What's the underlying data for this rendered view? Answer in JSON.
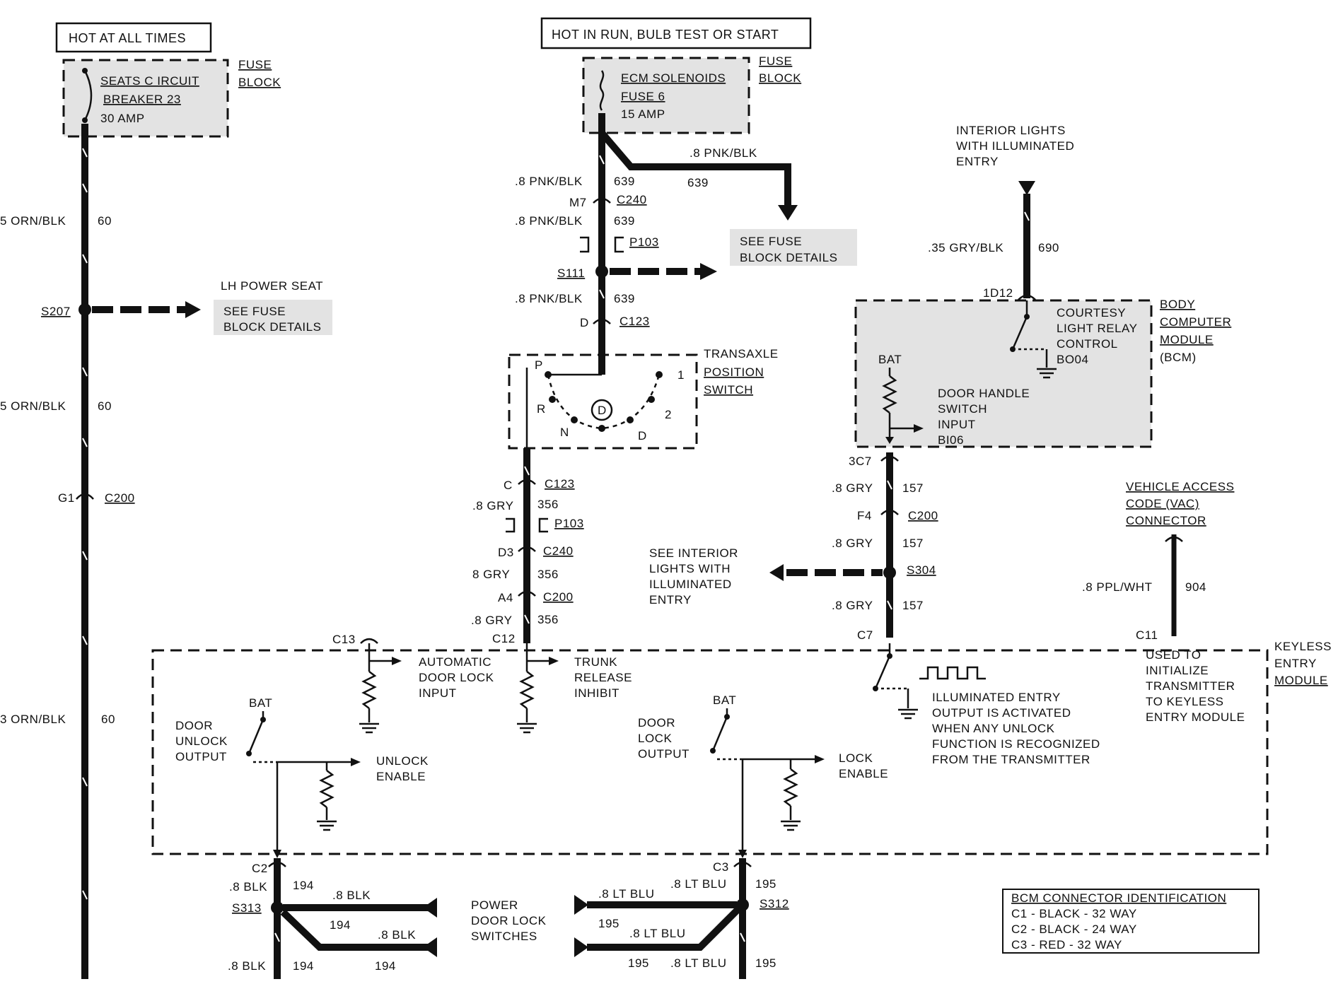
{
  "headers": {
    "hot_at_all_times": "HOT AT ALL TIMES",
    "hot_in_run": "HOT IN RUN, BULB TEST OR START"
  },
  "fuse_block_left": {
    "line1": "SEATS C IRCUIT",
    "line2": "BREAKER 23",
    "line3": "30 AMP",
    "label1": "FUSE",
    "label2": "BLOCK"
  },
  "fuse_block_mid": {
    "line1": "ECM SOLENOIDS",
    "line2": "FUSE 6",
    "line3": "15 AMP",
    "label1": "FUSE",
    "label2": "BLOCK"
  },
  "left_wire": {
    "w1": "5 ORN/BLK",
    "n1": "60",
    "splice": "S207",
    "lh_power_seat": "LH POWER SEAT",
    "see_fuse1": "SEE FUSE",
    "see_fuse2": "BLOCK DETAILS",
    "w2": "5 ORN/BLK",
    "n2": "60",
    "g1": "G1",
    "c200": "C200",
    "w3": "3 ORN/BLK",
    "n3": "60"
  },
  "mid_wire": {
    "pnk_right": ".8 PNK/BLK",
    "n639r": "639",
    "w1": ".8 PNK/BLK",
    "n1": "639",
    "m7": "M7",
    "c240": "C240",
    "w2": ".8 PNK/BLK",
    "n2": "639",
    "p103": "P103",
    "see_fuse1": "SEE FUSE",
    "see_fuse2": "BLOCK DETAILS",
    "s111": "S111",
    "w3": ".8 PNK/BLK",
    "n3": "639",
    "d": "D",
    "c123": "C123"
  },
  "transaxle": {
    "label1": "TRANSAXLE",
    "label2": "POSITION",
    "label3": "SWITCH",
    "p": "P",
    "r": "R",
    "n": "N",
    "d_circle": "D",
    "d": "D",
    "two": "2",
    "one": "1"
  },
  "gry_wire": {
    "c": "C",
    "c123": "C123",
    "w1": ".8 GRY",
    "n1": "356",
    "p103": "P103",
    "d3": "D3",
    "c240": "C240",
    "w2": "8 GRY",
    "n2": "356",
    "a4": "A4",
    "c200": "C200",
    "w3": ".8 GRY",
    "n3": "356",
    "c12": "C12"
  },
  "interior": {
    "line1": "INTERIOR LIGHTS",
    "line2": "WITH ILLUMINATED",
    "line3": "ENTRY",
    "w": ".35 GRY/BLK",
    "n": "690",
    "conn": "1D12"
  },
  "bcm": {
    "label1": "BODY",
    "label2": "COMPUTER",
    "label3": "MODULE",
    "label4": "(BCM)",
    "relay1": "COURTESY",
    "relay2": "LIGHT RELAY",
    "relay3": "CONTROL",
    "relay4": "BO04",
    "bat": "BAT",
    "door1": "DOOR HANDLE",
    "door2": "SWITCH",
    "door3": "INPUT",
    "door4": "BI06"
  },
  "gry157": {
    "conn": "3C7",
    "w1": ".8 GRY",
    "n1": "157",
    "f4": "F4",
    "c200": "C200",
    "w2": ".8 GRY",
    "n2": "157",
    "s304": "S304",
    "see1": "SEE INTERIOR",
    "see2": "LIGHTS WITH",
    "see3": "ILLUMINATED",
    "see4": "ENTRY",
    "w3": ".8 GRY",
    "n3": "157",
    "c7": "C7"
  },
  "vac": {
    "line1": "VEHICLE ACCESS",
    "line2": "CODE (VAC)",
    "line3": "CONNECTOR",
    "w": ".8 PPL/WHT",
    "n": "904",
    "c11": "C11",
    "used1": "USED TO",
    "used2": "INITIALIZE",
    "used3": "TRANSMITTER",
    "used4": "TO KEYLESS",
    "used5": "ENTRY MODULE"
  },
  "keyless": {
    "label1": "KEYLESS",
    "label2": "ENTRY",
    "label3": "MODULE",
    "c13": "C13",
    "auto1": "AUTOMATIC",
    "auto2": "DOOR LOCK",
    "auto3": "INPUT",
    "trunk1": "TRUNK",
    "trunk2": "RELEASE",
    "trunk3": "INHIBIT",
    "illum1": "ILLUMINATED ENTRY",
    "illum2": "OUTPUT IS ACTIVATED",
    "illum3": "WHEN ANY UNLOCK",
    "illum4": "FUNCTION IS RECOGNIZED",
    "illum5": "FROM THE TRANSMITTER",
    "bat1": "BAT",
    "unlock_out1": "DOOR",
    "unlock_out2": "UNLOCK",
    "unlock_out3": "OUTPUT",
    "unlock_en1": "UNLOCK",
    "unlock_en2": "ENABLE",
    "bat2": "BAT",
    "lock_out1": "DOOR",
    "lock_out2": "LOCK",
    "lock_out3": "OUTPUT",
    "lock_en1": "LOCK",
    "lock_en2": "ENABLE"
  },
  "bottom": {
    "c2": "C2",
    "blk1": ".8 BLK",
    "n194a": "194",
    "s313": "S313",
    "blk_top": ".8 BLK",
    "n194b": "194",
    "blk_bot": ".8 BLK",
    "blk2": ".8 BLK",
    "n194c": "194",
    "n194d": "194",
    "switches1": "POWER",
    "switches2": "DOOR LOCK",
    "switches3": "SWITCHES",
    "c3": "C3",
    "ltblu1": ".8 LT BLU",
    "n195a": "195",
    "s312": "S312",
    "ltblu_top": ".8 LT BLU",
    "n195b": "195",
    "ltblu_bot": ".8 LT BLU",
    "n195c": "195",
    "ltblu2": ".8 LT BLU",
    "n195d": "195"
  },
  "bcm_conn": {
    "title": "BCM CONNECTOR IDENTIFICATION",
    "c1": "C1 - BLACK - 32 WAY",
    "c2": "C2 - BLACK - 24 WAY",
    "c3": "C3 - RED - 32 WAY"
  }
}
